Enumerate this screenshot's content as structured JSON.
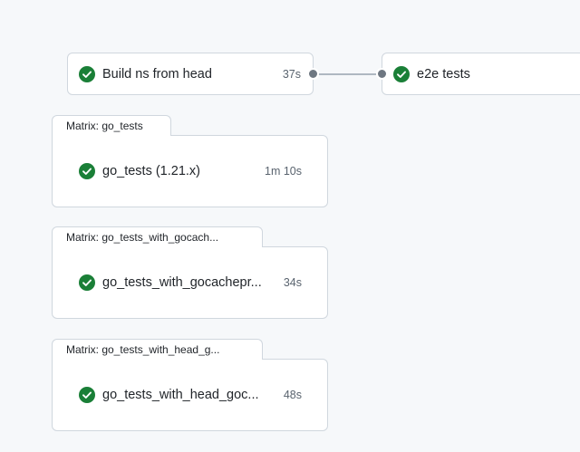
{
  "colors": {
    "success": "#1a7f37",
    "background": "#f6f8fa",
    "border": "#d0d7de"
  },
  "top_jobs": [
    {
      "name": "Build ns from head",
      "duration": "37s",
      "status": "success",
      "icon": "check-circle-icon"
    },
    {
      "name": "e2e tests",
      "duration": "",
      "status": "success",
      "icon": "check-circle-icon"
    }
  ],
  "matrices": [
    {
      "title": "Matrix: go_tests",
      "job": {
        "name": "go_tests (1.21.x)",
        "duration": "1m 10s",
        "status": "success",
        "icon": "check-circle-icon"
      }
    },
    {
      "title": "Matrix: go_tests_with_gocach...",
      "job": {
        "name": "go_tests_with_gocachepr...",
        "duration": "34s",
        "status": "success",
        "icon": "check-circle-icon"
      }
    },
    {
      "title": "Matrix: go_tests_with_head_g...",
      "job": {
        "name": "go_tests_with_head_goc...",
        "duration": "48s",
        "status": "success",
        "icon": "check-circle-icon"
      }
    }
  ]
}
